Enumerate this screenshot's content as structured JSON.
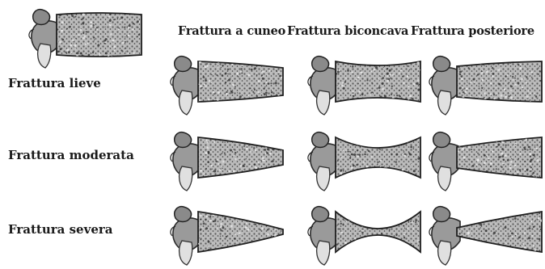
{
  "columns": [
    {
      "key": "cuneo",
      "label": "Frattura a cuneo"
    },
    {
      "key": "biconcava",
      "label": "Frattura biconcava"
    },
    {
      "key": "posteriore",
      "label": "Frattura posteriore"
    }
  ],
  "rows": [
    {
      "key": "lieve",
      "label": "Frattura  lieve"
    },
    {
      "key": "moderata",
      "label": "Frattura moderata"
    },
    {
      "key": "severa",
      "label": "Frattura severa"
    }
  ]
}
